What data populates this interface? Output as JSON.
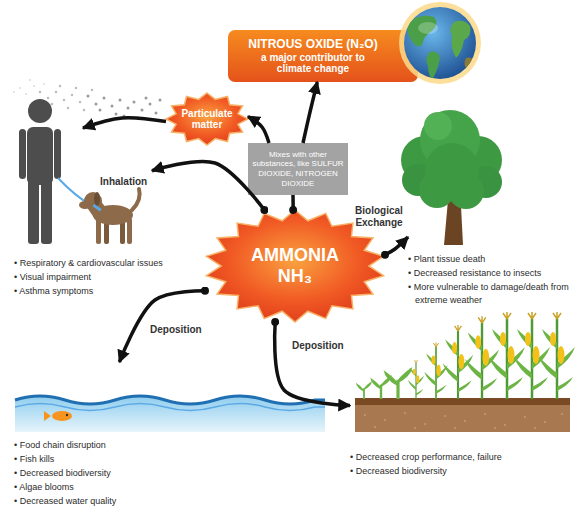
{
  "diagram": {
    "nodes": [
      {
        "text": [
          "NITROUS OXIDE (N₂O)",
          "a major contributor to climate change"
        ]
      },
      {
        "text": [
          "Particulate matter"
        ]
      },
      {
        "text": [
          "• Respiratory & cardiovascular issues",
          "• Visual impairment",
          "• Asthma symptoms"
        ]
      },
      {
        "text": [
          "Mixes with other substances, like SULFUR DIOXIDE, NITROGEN DIOXIDE"
        ]
      },
      {
        "text": [
          "• Plant tissue death",
          "• Decreased resistance to insects",
          "• More vulnerable to damage/death from extreme weather"
        ]
      },
      {
        "text": [
          "AMMONIA",
          "NH₃"
        ]
      },
      {
        "text": [
          "• Food chain disruption",
          "• Fish kills",
          "• Decreased biodiversity",
          "• Algae blooms",
          "• Decreased water quality"
        ]
      },
      {
        "text": [
          "• Decreased crop performance, failure",
          "• Decreased biodiversity"
        ]
      }
    ],
    "edges": [
      {
        "from": 5,
        "to": 3,
        "arrow": "none"
      },
      {
        "from": 3,
        "to": 1,
        "arrow": "to"
      },
      {
        "from": 3,
        "to": 0,
        "arrow": "to"
      },
      {
        "from": 1,
        "to": 2,
        "arrow": "to"
      },
      {
        "from": 5,
        "to": 2,
        "arrow": "to",
        "label": "Inhalation"
      },
      {
        "from": 5,
        "to": 4,
        "arrow": "to",
        "label": "Biological Exchange"
      },
      {
        "from": 5,
        "to": 6,
        "arrow": "to",
        "label": "Deposition"
      },
      {
        "from": 5,
        "to": 7,
        "arrow": "to",
        "label": "Deposition"
      }
    ]
  }
}
